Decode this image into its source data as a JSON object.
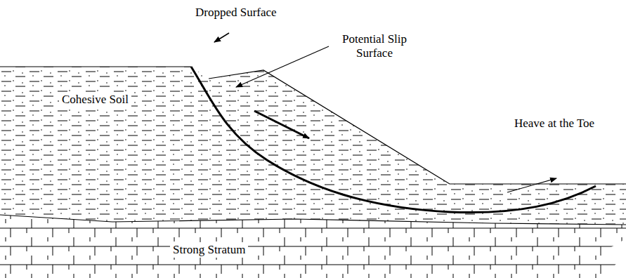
{
  "diagram": {
    "labels": [
      "Dropped Surface",
      "Potential Slip Surface",
      "Cohesive Soil",
      "Heave at the Toe",
      "Strong Stratum"
    ]
  }
}
